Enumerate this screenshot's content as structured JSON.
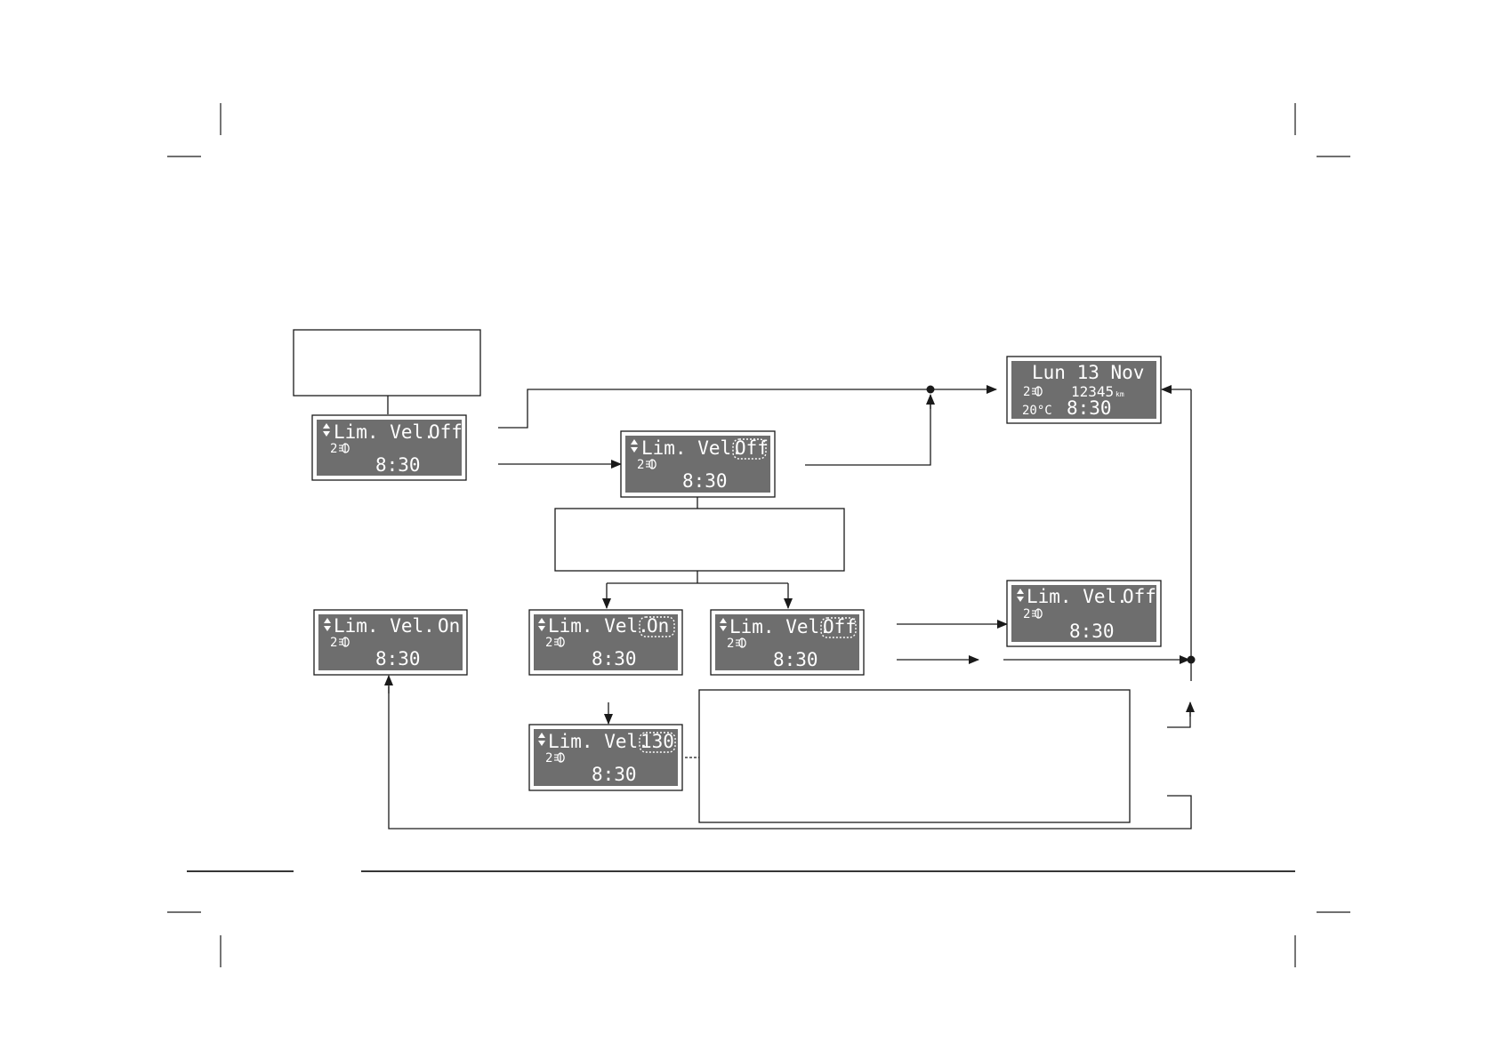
{
  "displays": {
    "d1": {
      "row1_label": "Lim. Vel.",
      "row1_value": "Off",
      "gear": "2",
      "time": "8:30"
    },
    "d2": {
      "row1_label": "Lim. Vel.",
      "row1_value": "Off",
      "gear": "2",
      "time": "8:30"
    },
    "d3": {
      "row1": "Lun 13 Nov",
      "gear": "2",
      "odometer": "12345",
      "odometer_unit": "km",
      "temp": "20°C",
      "time": "8:30"
    },
    "d4": {
      "row1_label": "Lim. Vel.",
      "row1_value": "On",
      "gear": "2",
      "time": "8:30"
    },
    "d5": {
      "row1_label": "Lim. Vel.",
      "row1_value": "On",
      "gear": "2",
      "time": "8:30"
    },
    "d6": {
      "row1_label": "Lim. Vel.",
      "row1_value": "Off",
      "gear": "2",
      "time": "8:30"
    },
    "d7": {
      "row1_label": "Lim. Vel.",
      "row1_value": "Off",
      "gear": "2",
      "time": "8:30"
    },
    "d8": {
      "row1_label": "Lim. Vel.",
      "row1_value": "130",
      "gear": "2",
      "time": "8:30"
    }
  },
  "colors": {
    "lcd_bg": "#6e6e6e",
    "line": "#1a1a1a",
    "lcd_text": "#ffffff"
  }
}
